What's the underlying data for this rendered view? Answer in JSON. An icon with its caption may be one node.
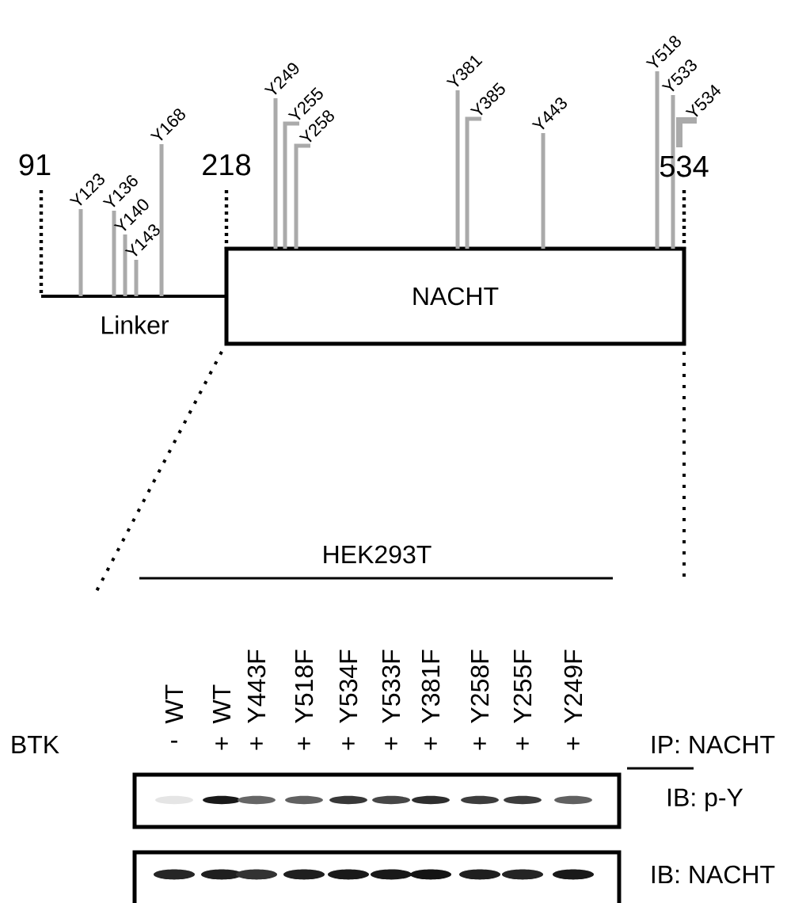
{
  "diagram": {
    "nodes": [
      {
        "text": [
          "NACHT"
        ]
      }
    ],
    "labels": [
      "91",
      "218",
      "534",
      "Y123",
      "Y136",
      "Y140",
      "Y143",
      "Y168",
      "Y249",
      "Y255",
      "Y258",
      "Y381",
      "Y385",
      "Y443",
      "Y518",
      "Y533",
      "Y534",
      "Linker",
      "HEK293T",
      "WT",
      "WT",
      "Y443F",
      "Y518F",
      "Y534F",
      "Y533F",
      "Y381F",
      "Y258F",
      "Y255F",
      "Y249F",
      "BTK",
      "-",
      "+",
      "+",
      "+",
      "+",
      "+",
      "+",
      "+",
      "+",
      "+",
      "IP: NACHT",
      "IB: p-Y",
      "IB: NACHT"
    ]
  }
}
